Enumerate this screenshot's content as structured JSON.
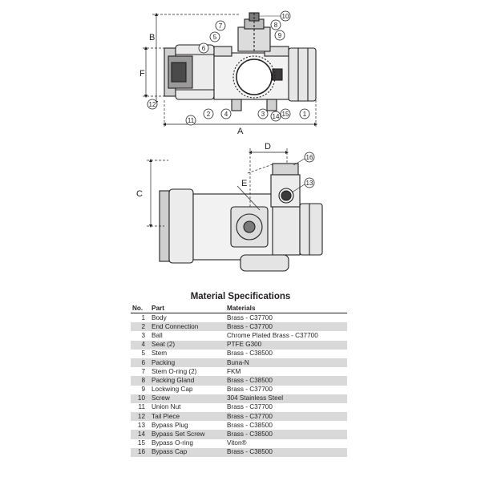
{
  "top_view": {
    "dimensions": {
      "a": "A",
      "b": "B",
      "f": "F"
    },
    "callouts": [
      "1",
      "2",
      "3",
      "4",
      "5",
      "6",
      "7",
      "8",
      "9",
      "10",
      "11",
      "12",
      "14",
      "15"
    ]
  },
  "side_view": {
    "dimensions": {
      "c": "C",
      "d": "D",
      "e": "E"
    },
    "callouts": [
      "13",
      "16"
    ]
  },
  "spec": {
    "title": "Material Specifications",
    "headers": {
      "no": "No.",
      "part": "Part",
      "materials": "Materials"
    },
    "rows": [
      {
        "no": "1",
        "part": "Body",
        "material": "Brass - C37700"
      },
      {
        "no": "2",
        "part": "End Connection",
        "material": "Brass - C37700"
      },
      {
        "no": "3",
        "part": "Ball",
        "material": "Chrome Plated Brass - C37700"
      },
      {
        "no": "4",
        "part": "Seat (2)",
        "material": "PTFE G300"
      },
      {
        "no": "5",
        "part": "Stem",
        "material": "Brass - C38500"
      },
      {
        "no": "6",
        "part": "Packing",
        "material": "Buna-N"
      },
      {
        "no": "7",
        "part": "Stem O-ring (2)",
        "material": "FKM"
      },
      {
        "no": "8",
        "part": "Packing Gland",
        "material": "Brass - C38500"
      },
      {
        "no": "9",
        "part": "Lockwing Cap",
        "material": "Brass - C37700"
      },
      {
        "no": "10",
        "part": "Screw",
        "material": "304 Stainless Steel"
      },
      {
        "no": "11",
        "part": "Union Nut",
        "material": "Brass - C37700"
      },
      {
        "no": "12",
        "part": "Tail Piece",
        "material": "Brass - C37700"
      },
      {
        "no": "13",
        "part": "Bypass Plug",
        "material": "Brass - C38500"
      },
      {
        "no": "14",
        "part": "Bypass Set Screw",
        "material": "Brass - C38500"
      },
      {
        "no": "15",
        "part": "Bypass O-ring",
        "material": "Viton®"
      },
      {
        "no": "16",
        "part": "Bypass Cap",
        "material": "Brass - C38500"
      }
    ]
  }
}
